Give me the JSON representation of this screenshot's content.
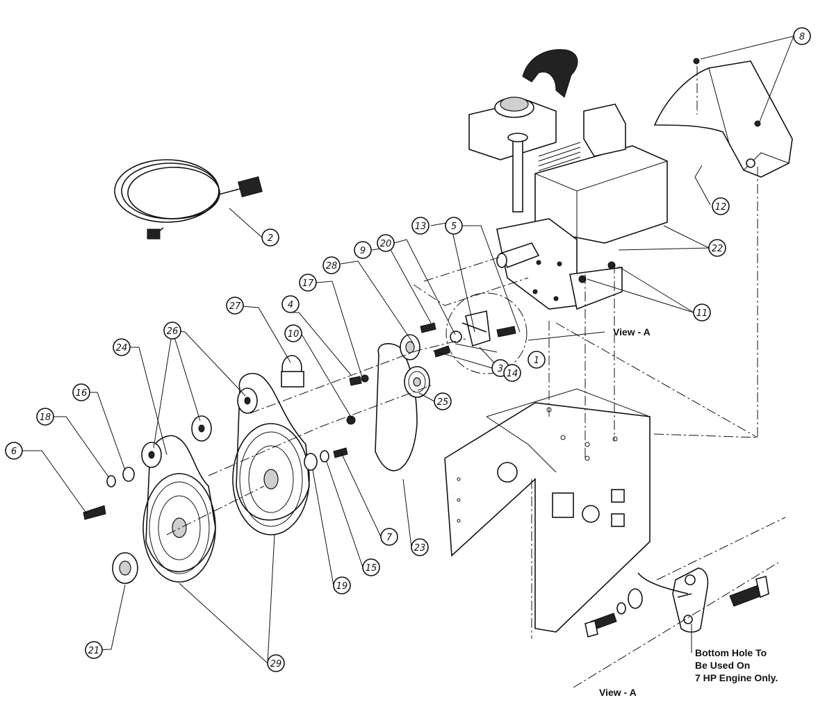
{
  "callouts": [
    {
      "id": "c1",
      "label": "1"
    },
    {
      "id": "c2",
      "label": "2"
    },
    {
      "id": "c3",
      "label": "3"
    },
    {
      "id": "c4",
      "label": "4"
    },
    {
      "id": "c5",
      "label": "5"
    },
    {
      "id": "c6",
      "label": "6"
    },
    {
      "id": "c7",
      "label": "7"
    },
    {
      "id": "c8",
      "label": "8"
    },
    {
      "id": "c9",
      "label": "9"
    },
    {
      "id": "c10",
      "label": "10"
    },
    {
      "id": "c11",
      "label": "11"
    },
    {
      "id": "c12",
      "label": "12"
    },
    {
      "id": "c13",
      "label": "13"
    },
    {
      "id": "c14",
      "label": "14"
    },
    {
      "id": "c15",
      "label": "15"
    },
    {
      "id": "c16",
      "label": "16"
    },
    {
      "id": "c17",
      "label": "17"
    },
    {
      "id": "c18",
      "label": "18"
    },
    {
      "id": "c19",
      "label": "19"
    },
    {
      "id": "c20",
      "label": "20"
    },
    {
      "id": "c21",
      "label": "21"
    },
    {
      "id": "c22",
      "label": "22"
    },
    {
      "id": "c23",
      "label": "23"
    },
    {
      "id": "c24",
      "label": "24"
    },
    {
      "id": "c25",
      "label": "25"
    },
    {
      "id": "c26",
      "label": "26"
    },
    {
      "id": "c27",
      "label": "27"
    },
    {
      "id": "c28",
      "label": "28"
    },
    {
      "id": "c29",
      "label": "29"
    }
  ],
  "view_label_top": "View - A",
  "view_label_bottom": "View - A",
  "note_lines": [
    "Bottom Hole To",
    "Be Used On",
    "7 HP Engine Only."
  ]
}
